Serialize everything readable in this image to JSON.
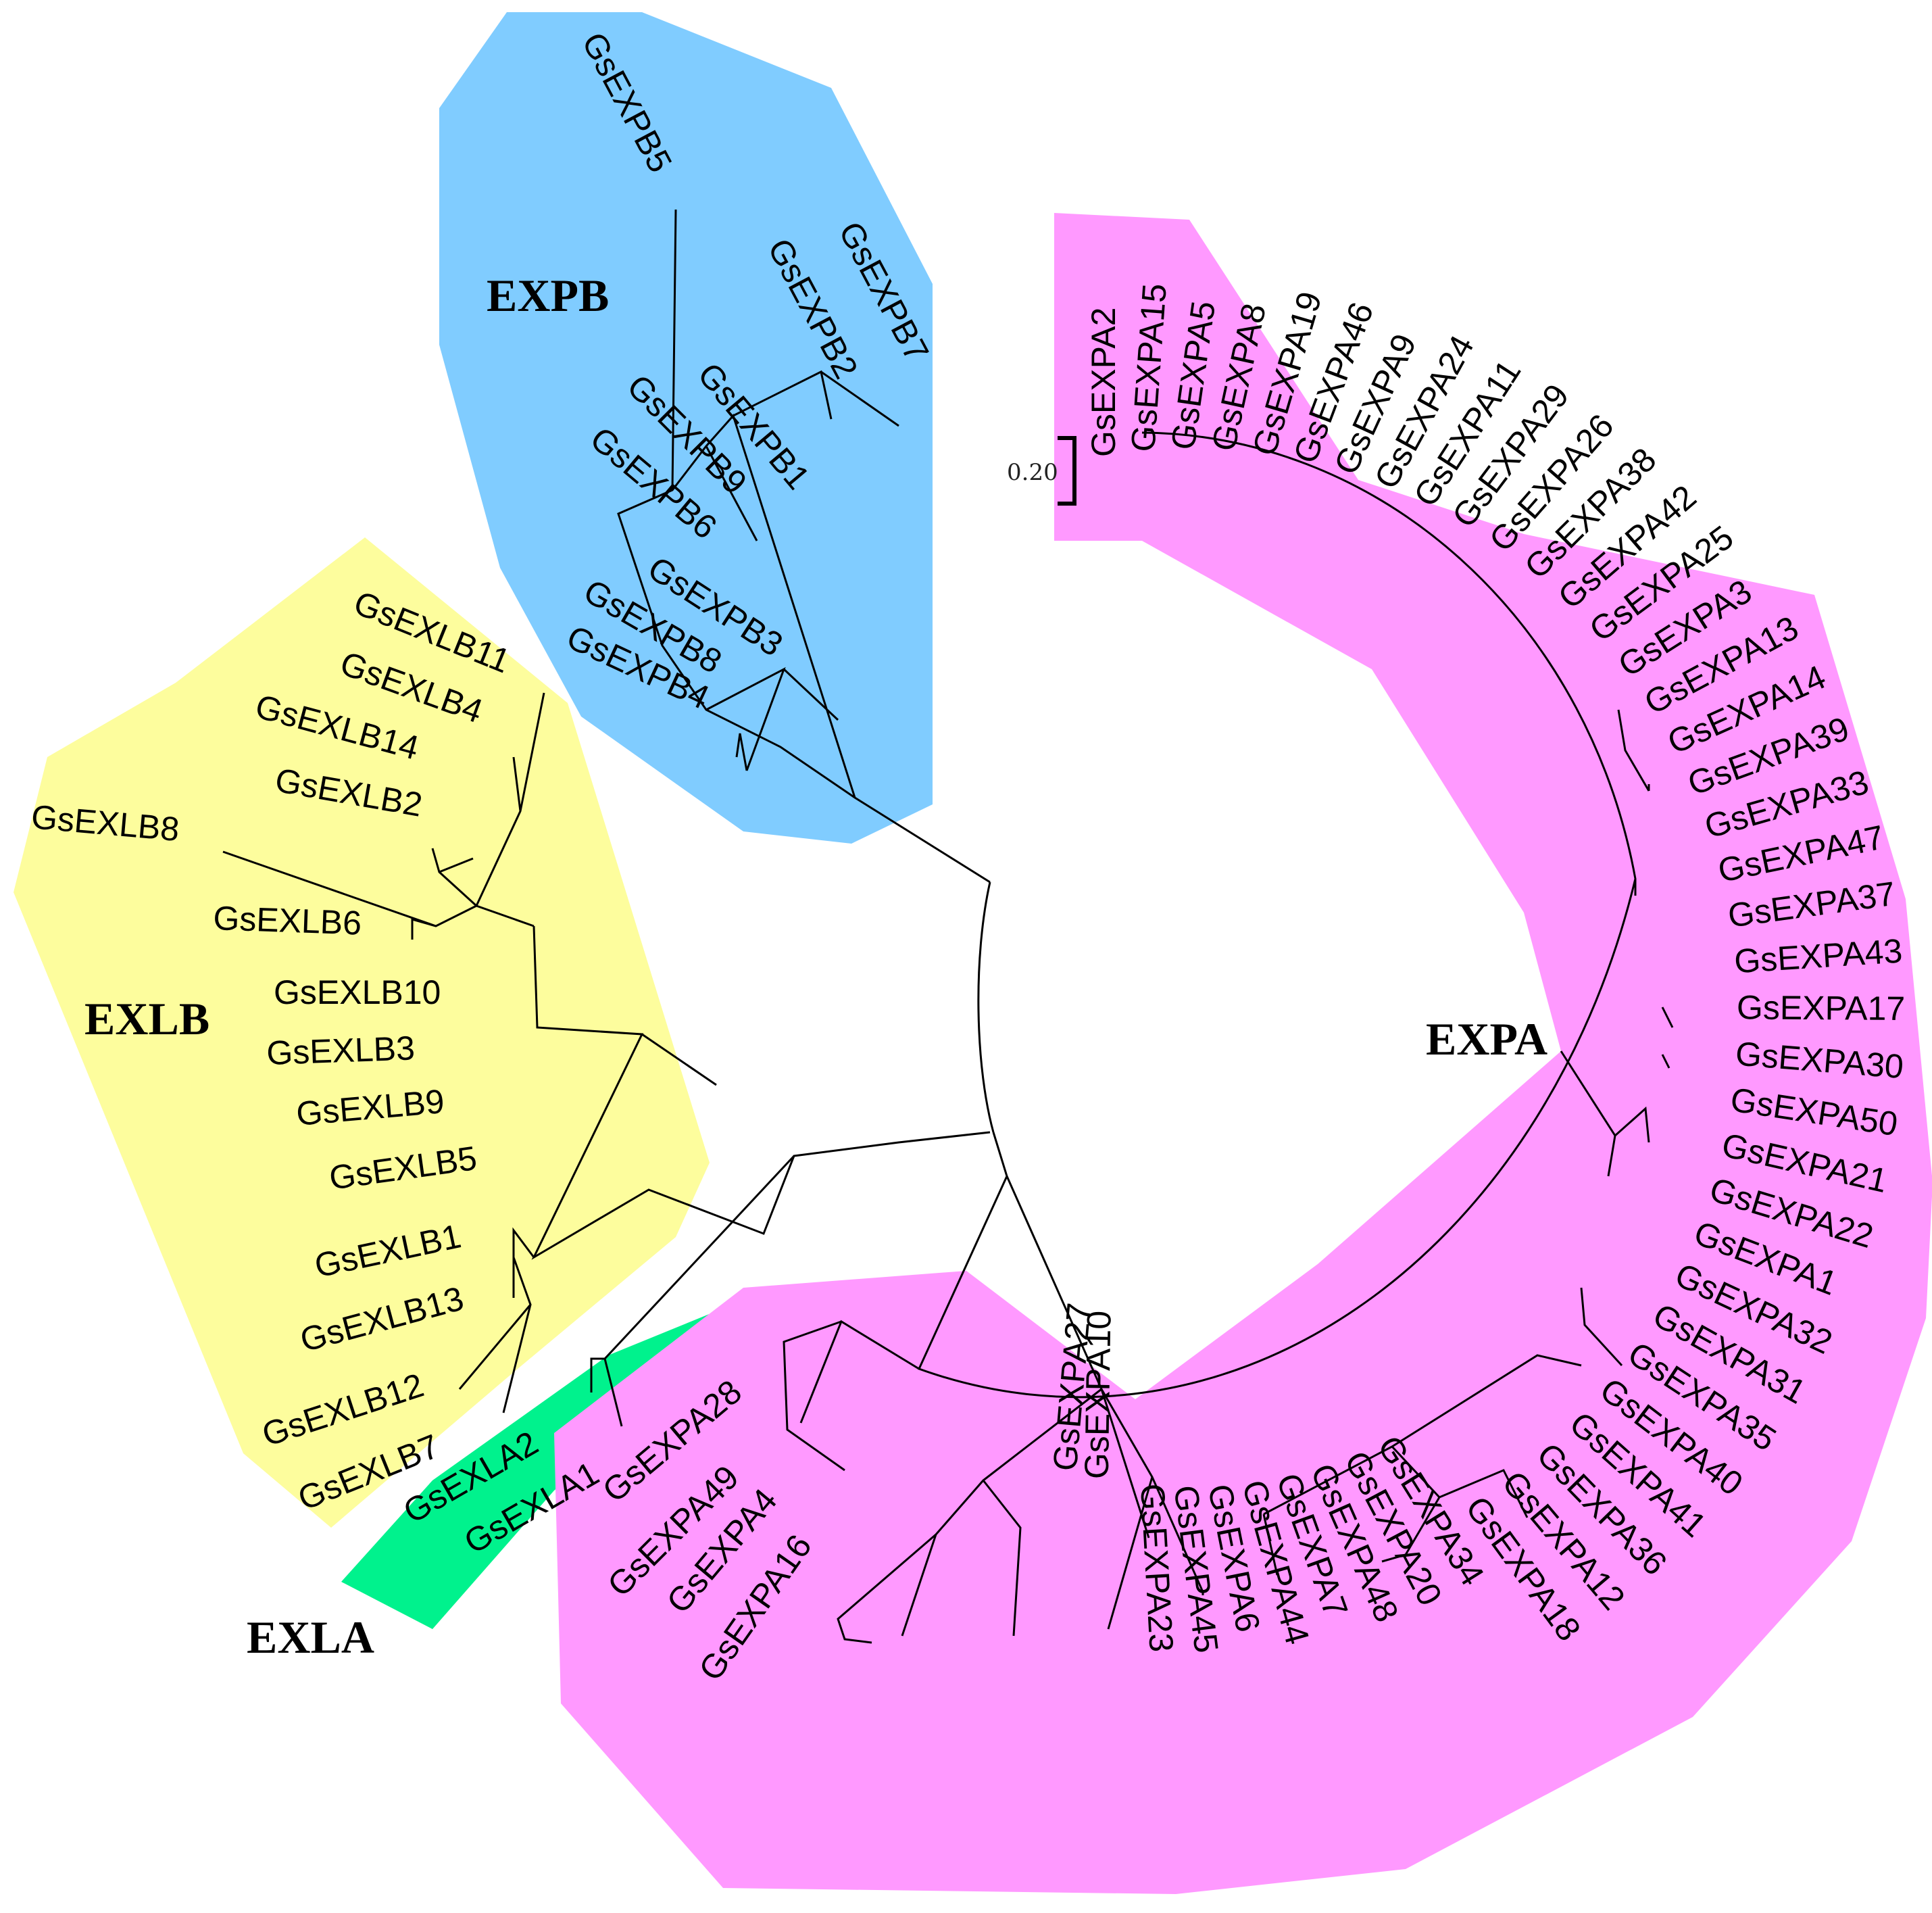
{
  "scale_bar": {
    "label": "0.20"
  },
  "clades": [
    {
      "id": "EXPB",
      "label": "EXPB",
      "color": "#80CCFF"
    },
    {
      "id": "EXLB",
      "label": "EXLB",
      "color": "#FDFD9D"
    },
    {
      "id": "EXLA",
      "label": "EXLA",
      "color": "#00F28D"
    },
    {
      "id": "EXPA",
      "label": "EXPA",
      "color": "#FF99FF"
    }
  ],
  "leaves": {
    "expb": [
      "GsEXPB5",
      "GsEXPB7",
      "GsEXPB2",
      "GsEXPB1",
      "GsEXPB9",
      "GsEXPB6",
      "GsEXPB3",
      "GsEXPB8",
      "GsEXPB4"
    ],
    "exlb": [
      "GsEXLB11",
      "GsEXLB4",
      "GsEXLB14",
      "GsEXLB2",
      "GsEXLB8",
      "GsEXLB6",
      "GsEXLB10",
      "GsEXLB3",
      "GsEXLB9",
      "GsEXLB5",
      "GsEXLB1",
      "GsEXLB13",
      "GsEXLB12",
      "GsEXLB7"
    ],
    "exla": [
      "GsEXLA2",
      "GsEXLA1"
    ],
    "expa_arc": [
      "GsEXPA2",
      "GsEXPA15",
      "GsEXPA5",
      "GsEXPA8",
      "GsEXPA19",
      "GsEXPA46",
      "GsEXPA9",
      "GsEXPA24",
      "GsEXPA11",
      "GsEXPA29",
      "GsEXPA26",
      "GsEXPA38",
      "GsEXPA42",
      "GsEXPA25",
      "GsEXPA3",
      "GsEXPA13",
      "GsEXPA14",
      "GsEXPA39",
      "GsEXPA33",
      "GsEXPA47",
      "GsEXPA37",
      "GsEXPA43",
      "GsEXPA17",
      "GsEXPA30",
      "GsEXPA50",
      "GsEXPA21",
      "GsEXPA22",
      "GsEXPA1",
      "GsEXPA32",
      "GsEXPA31",
      "GsEXPA35",
      "GsEXPA40",
      "GsEXPA41",
      "GsEXPA36",
      "GsEXPA12",
      "GsEXPA18",
      "GsEXPA34",
      "GsEXPA20",
      "GsEXPA48",
      "GsEXPA7",
      "GsEXPA44",
      "GsEXPA6",
      "GsEXPA45",
      "GsEXPA23",
      "GsEXPA10",
      "GsEXPA27"
    ],
    "expa_left": [
      "GsEXPA28",
      "GsEXPA49",
      "GsEXPA4",
      "GsEXPA16"
    ]
  }
}
